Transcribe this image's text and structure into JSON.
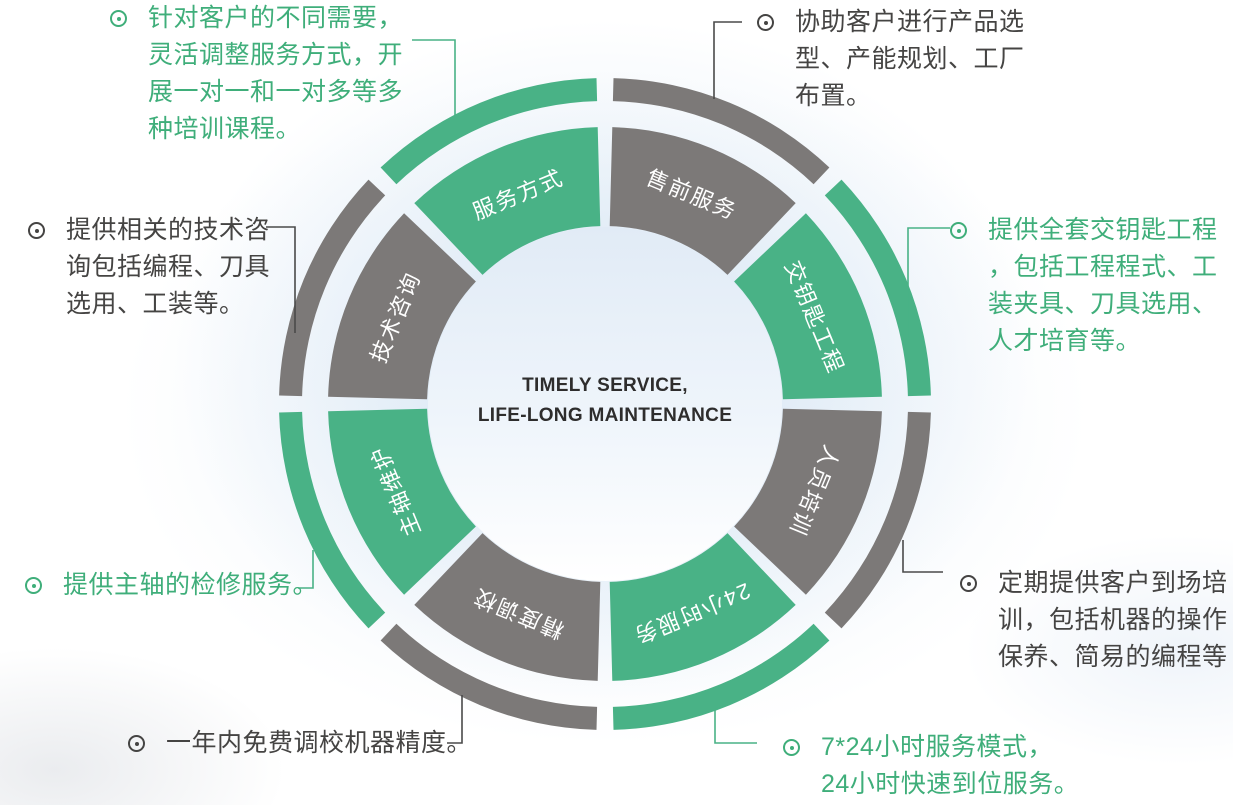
{
  "palette": {
    "green": "#49B286",
    "gray": "#7C7978",
    "green_text": "#3FAE7A",
    "dark_text": "#454443",
    "connector_green": "#49B286",
    "connector_gray": "#4A4A4A"
  },
  "center": {
    "line1": "TIMELY SERVICE,",
    "line2": "LIFE-LONG MAINTENANCE"
  },
  "ring": {
    "segments": [
      {
        "id": "presale-service",
        "label": "售前服务",
        "angle": 67.5,
        "color": "gray"
      },
      {
        "id": "turnkey-project",
        "label": "交钥匙工程",
        "angle": 22.5,
        "color": "green"
      },
      {
        "id": "personnel-training",
        "label": "人员培训",
        "angle": -22.5,
        "color": "gray"
      },
      {
        "id": "service-24h",
        "label": "24小时服务",
        "angle": -67.5,
        "color": "green"
      },
      {
        "id": "precision-calibration",
        "label": "精度调校",
        "angle": -112.5,
        "color": "gray"
      },
      {
        "id": "spindle-maintenance",
        "label": "主轴维护",
        "angle": -157.5,
        "color": "green"
      },
      {
        "id": "technical-consulting",
        "label": "技术咨询",
        "angle": 157.5,
        "color": "gray"
      },
      {
        "id": "service-methods",
        "label": "服务方式",
        "angle": 112.5,
        "color": "green"
      }
    ]
  },
  "callouts": [
    {
      "id": "training-methods",
      "color": "green",
      "text": "针对客户的不同需要，\n灵活调整服务方式，开\n展一对一和一对多等多\n种培训课程。"
    },
    {
      "id": "presale-service",
      "color": "gray",
      "text": "协助客户进行产品选\n型、产能规划、工厂\n布置。"
    },
    {
      "id": "turnkey-project",
      "color": "green",
      "text": "提供全套交钥匙工程\n，包括工程程式、工\n装夹具、刀具选用、\n人才培育等。"
    },
    {
      "id": "technical-consulting",
      "color": "gray",
      "text": "提供相关的技术咨\n询包括编程、刀具\n选用、工装等。"
    },
    {
      "id": "spindle-maintenance",
      "color": "green",
      "text": "提供主轴的检修服务。"
    },
    {
      "id": "precision-calibration",
      "color": "gray",
      "text": "一年内免费调校机器精度。"
    },
    {
      "id": "service-24h",
      "color": "green",
      "text": "7*24小时服务模式，\n24小时快速到位服务。"
    },
    {
      "id": "personnel-training",
      "color": "gray",
      "text": "定期提供客户到场培\n训，包括机器的操作\n保养、简易的编程等"
    }
  ]
}
